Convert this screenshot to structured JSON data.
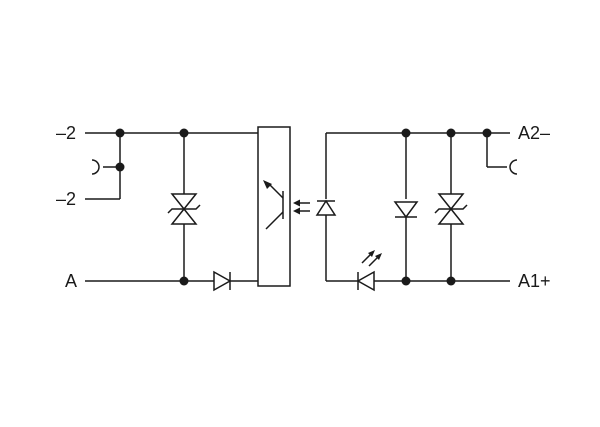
{
  "labels": {
    "left_top": "–2",
    "left_bottom": "–2",
    "left_input": "A",
    "right_top": "A2–",
    "right_bottom": "A1+"
  },
  "colors": {
    "line": "#1a1a1a",
    "background": "#ffffff"
  }
}
